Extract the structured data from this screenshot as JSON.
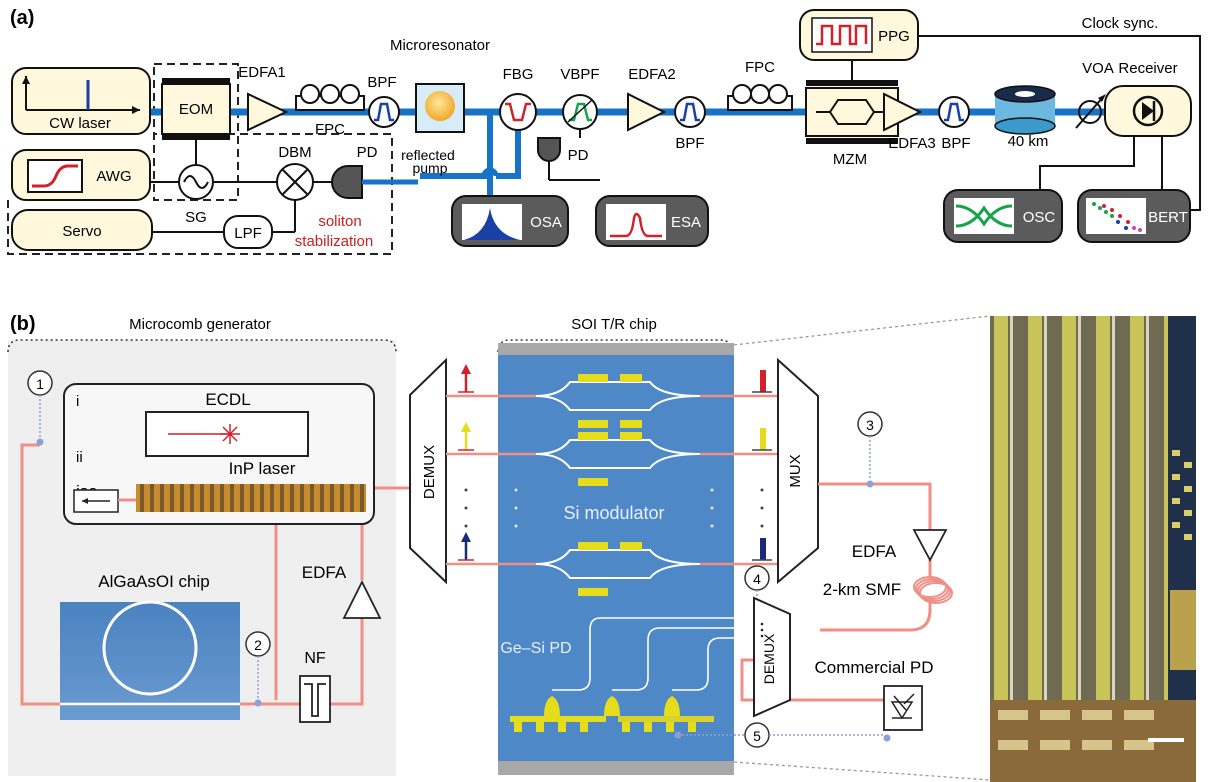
{
  "panel_a": {
    "letter": "(a)",
    "cw_laser": "CW laser",
    "eom": "EOM",
    "awg": "AWG",
    "servo": "Servo",
    "sg": "SG",
    "dbm": "DBM",
    "pd1": "PD",
    "lpf": "LPF",
    "edfa1": "EDFA1",
    "fpc1": "FPC",
    "bpf1": "BPF",
    "microresonator": "Microresonator",
    "reflected_1": "reflected",
    "reflected_2": "pump",
    "soliton_1": "soliton",
    "soliton_2": "stabilization",
    "osa": "OSA",
    "fbg": "FBG",
    "pd2": "PD",
    "esa": "ESA",
    "vbpf": "VBPF",
    "edfa2": "EDFA2",
    "bpf2": "BPF",
    "fpc2": "FPC",
    "ppg": "PPG",
    "mzm": "MZM",
    "edfa3": "EDFA3",
    "bpf3": "BPF",
    "fiber": "40 km",
    "voa": "VOA",
    "receiver": "Receiver",
    "clock": "Clock sync.",
    "osc": "OSC",
    "bert": "BERT"
  },
  "panel_b": {
    "letter": "(b)",
    "microcomb_title": "Microcomb generator",
    "inset_i": "i",
    "inset_ii": "ii",
    "ecdl": "ECDL",
    "iso": "iso",
    "inp_laser": "InP laser",
    "chip": "AlGaAsOI chip",
    "edfa_left": "EDFA",
    "nf": "NF",
    "circle_1": "1",
    "circle_2": "2",
    "circle_3": "3",
    "circle_4": "4",
    "circle_5": "5",
    "soi_title": "SOI T/R chip",
    "demux": "DEMUX",
    "mux": "MUX",
    "si_modulator": "Si modulator",
    "ge_si_pd": "Ge–Si PD",
    "demux2": "DEMUX",
    "edfa_right": "EDFA",
    "smf": "2-km SMF",
    "commercial_pd": "Commercial PD"
  },
  "colors": {
    "fiber_blue": "#1673c7",
    "fiber_red": "#ef8f86",
    "box_fill": "#fff8dc",
    "instrument_dark": "#5b5b5b",
    "chip_blue": "#4f88c6",
    "accent_red": "#d1222a",
    "electrode_yellow": "#e5dc1b"
  }
}
